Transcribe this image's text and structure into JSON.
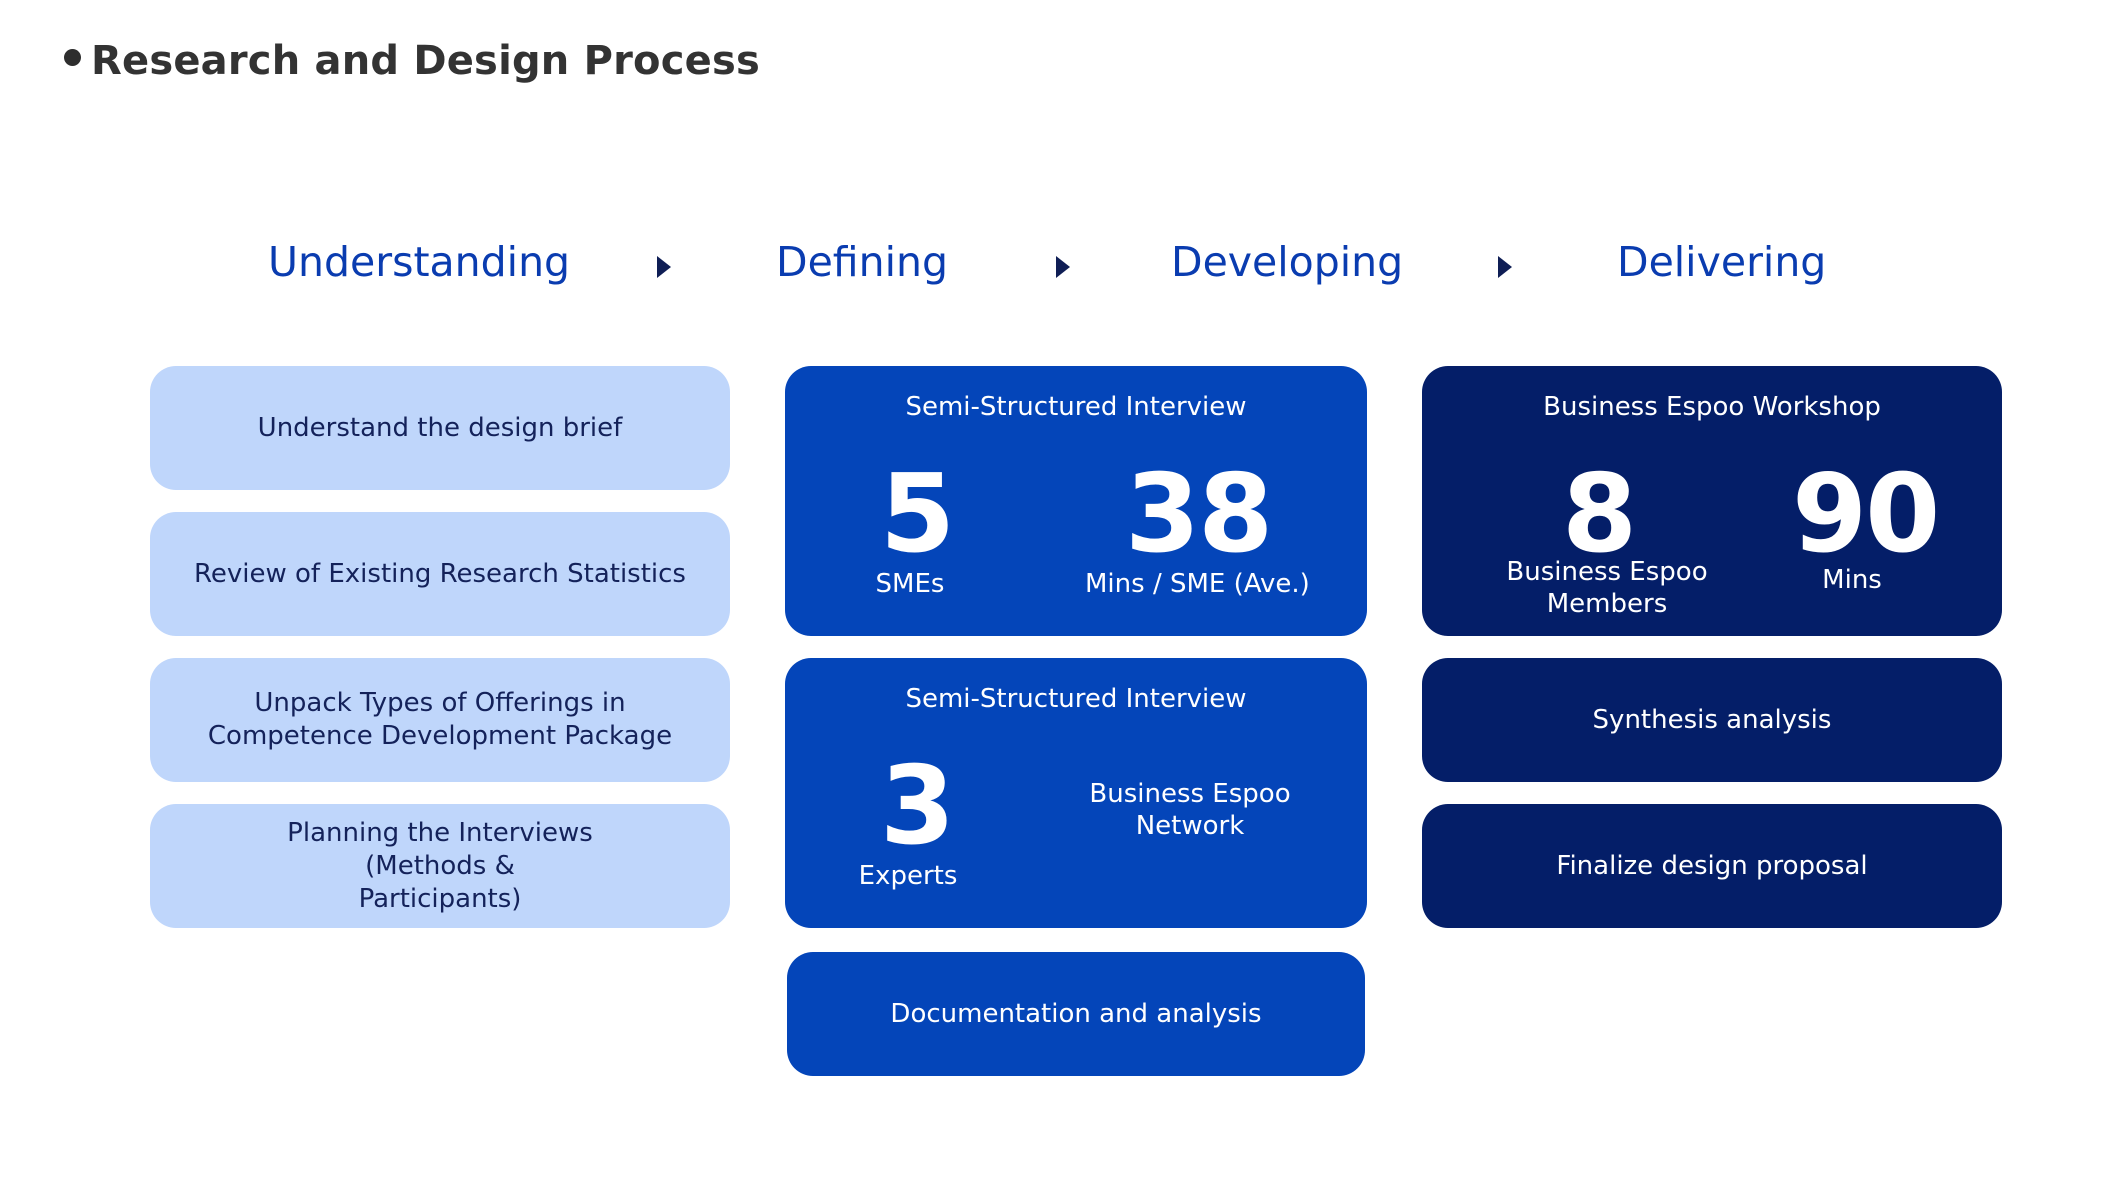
{
  "header": {
    "title": "Research and Design Process"
  },
  "phases": [
    "Understanding",
    "Defining",
    "Developing",
    "Delivering"
  ],
  "understanding": {
    "items": [
      "Understand the design brief",
      "Review of Existing Research Statistics",
      "Unpack Types of Offerings in Competence Development Package",
      "Planning the Interviews (Methods & Participants)"
    ]
  },
  "defining": {
    "interview1": {
      "title": "Semi-Structured Interview",
      "stat1_value": "5",
      "stat1_label": "SMEs",
      "stat2_value": "38",
      "stat2_label": "Mins / SME (Ave.)"
    },
    "interview2": {
      "title": "Semi-Structured Interview",
      "stat1_value": "3",
      "stat1_label": "Experts",
      "stat2_label": "Business Espoo Network"
    },
    "documentation": "Documentation and analysis"
  },
  "delivering": {
    "workshop": {
      "title": "Business Espoo Workshop",
      "stat1_value": "8",
      "stat1_label": "Business Espoo Members",
      "stat2_value": "90",
      "stat2_label": "Mins"
    },
    "synthesis": "Synthesis analysis",
    "finalize": "Finalize design proposal"
  },
  "colors": {
    "light_box": "#bfd6fb",
    "mid_box": "#0445b9",
    "dark_box": "#041e68",
    "phase_text": "#0a3cb0"
  }
}
